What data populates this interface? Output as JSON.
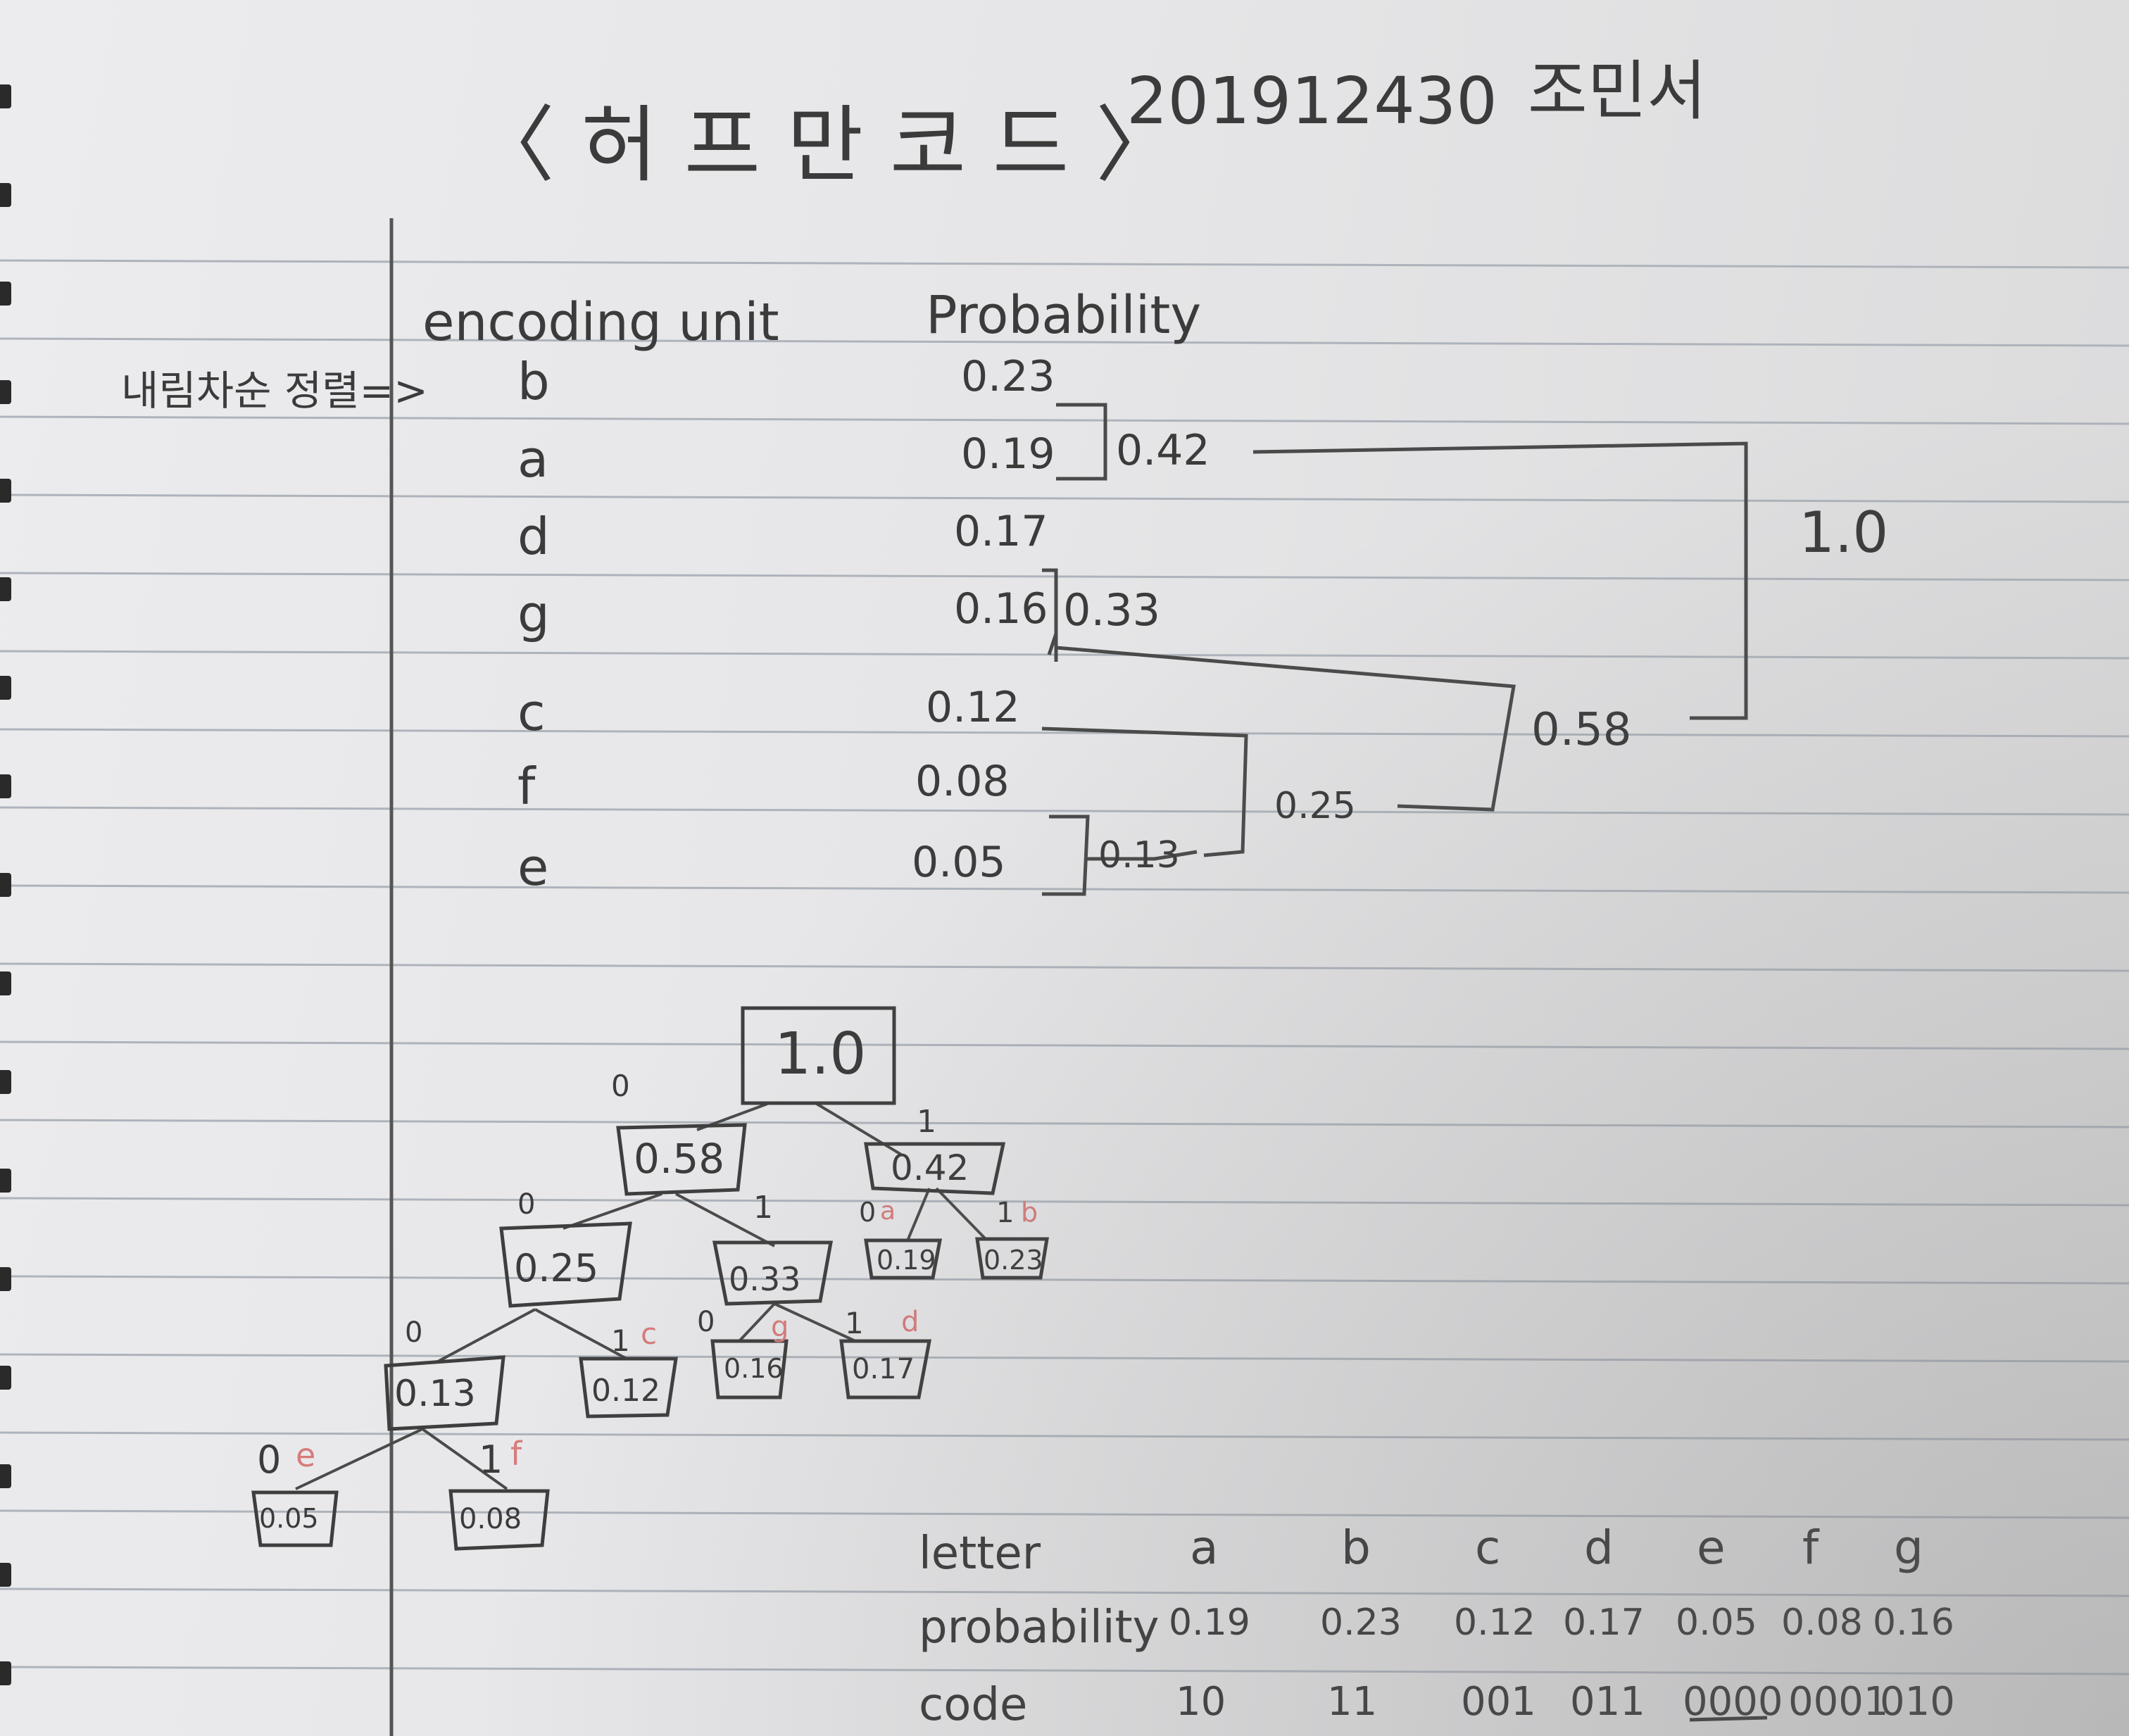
{
  "title": {
    "main": "〈 허 프 만   코 드 〉",
    "student_id": "201912430",
    "name": "조민서"
  },
  "table": {
    "header_unit": "encoding unit",
    "header_prob": "Probability",
    "sort_note": "내림차순 정렬=>",
    "rows": [
      {
        "unit": "b",
        "prob": "0.23"
      },
      {
        "unit": "a",
        "prob": "0.19"
      },
      {
        "unit": "d",
        "prob": "0.17"
      },
      {
        "unit": "g",
        "prob": "0.16"
      },
      {
        "unit": "c",
        "prob": "0.12"
      },
      {
        "unit": "f",
        "prob": "0.08"
      },
      {
        "unit": "e",
        "prob": "0.05"
      }
    ]
  },
  "merges": [
    "0.42",
    "0.33",
    "1.0",
    "0.58",
    "0.25",
    "0.13"
  ],
  "tree": {
    "nodes": [
      "1.0",
      "0.58",
      "0.42",
      "0.25",
      "0.33",
      "0.19",
      "0.23",
      "0.13",
      "0.12",
      "0.16",
      "0.17",
      "0.05",
      "0.08"
    ],
    "bits": [
      "0",
      "1",
      "0",
      "1",
      "0",
      "1",
      "0",
      "1",
      "0",
      "1",
      "0",
      "1"
    ],
    "leaf_letters": [
      "a",
      "b",
      "c",
      "g",
      "d",
      "e",
      "f"
    ]
  },
  "summary": {
    "row_labels": [
      "letter",
      "probability",
      "code"
    ],
    "letters": [
      "a",
      "b",
      "c",
      "d",
      "e",
      "f",
      "g"
    ],
    "probabilities": [
      "0.19",
      "0.23",
      "0.12",
      "0.17",
      "0.05",
      "0.08",
      "0.16"
    ],
    "codes": [
      "10",
      "11",
      "001",
      "011",
      "0000",
      "0001",
      "010"
    ]
  },
  "colors": {
    "ink": "#3b3b3b",
    "red_ink": "#d77b7b",
    "rule": "#aeb3bb",
    "paper": "#e8e8ea"
  }
}
